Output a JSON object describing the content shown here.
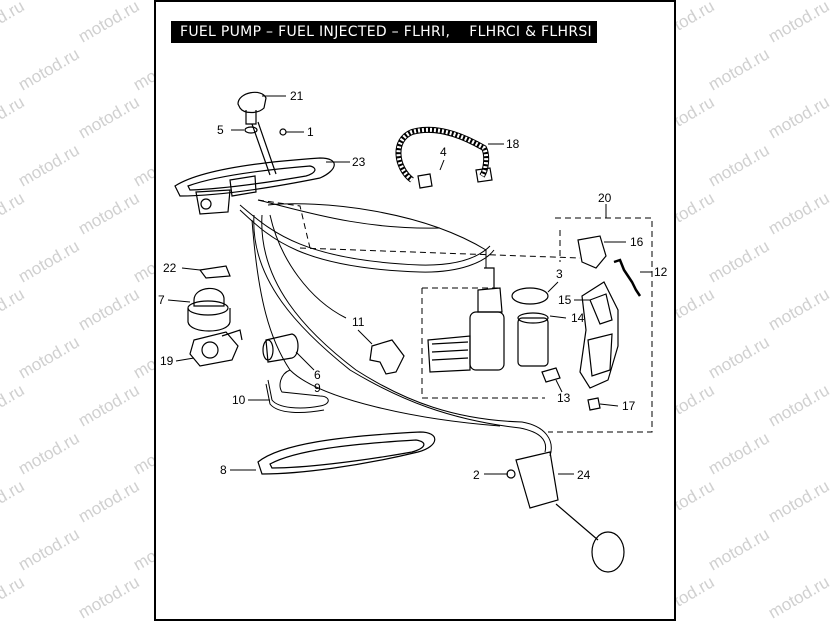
{
  "title": "FUEL PUMP – FUEL INJECTED – FLHRI,    FLHRCI & FLHRSI",
  "watermark_text": "motod.ru",
  "callouts": [
    {
      "id": "21",
      "text": "21"
    },
    {
      "id": "5",
      "text": "5"
    },
    {
      "id": "1",
      "text": "1"
    },
    {
      "id": "18",
      "text": "18"
    },
    {
      "id": "4",
      "text": "4"
    },
    {
      "id": "23",
      "text": "23"
    },
    {
      "id": "20",
      "text": "20"
    },
    {
      "id": "16",
      "text": "16"
    },
    {
      "id": "22",
      "text": "22"
    },
    {
      "id": "3",
      "text": "3"
    },
    {
      "id": "12",
      "text": "12"
    },
    {
      "id": "7",
      "text": "7"
    },
    {
      "id": "15",
      "text": "15"
    },
    {
      "id": "14",
      "text": "14"
    },
    {
      "id": "11",
      "text": "11"
    },
    {
      "id": "19",
      "text": "19"
    },
    {
      "id": "6",
      "text": "6"
    },
    {
      "id": "9",
      "text": "9"
    },
    {
      "id": "13",
      "text": "13"
    },
    {
      "id": "17",
      "text": "17"
    },
    {
      "id": "10",
      "text": "10"
    },
    {
      "id": "8",
      "text": "8"
    },
    {
      "id": "2",
      "text": "2"
    },
    {
      "id": "24",
      "text": "24"
    }
  ],
  "colors": {
    "frame": "#000000",
    "title_bg": "#000000",
    "title_text": "#ffffff",
    "watermark": "#d0d0d0"
  }
}
